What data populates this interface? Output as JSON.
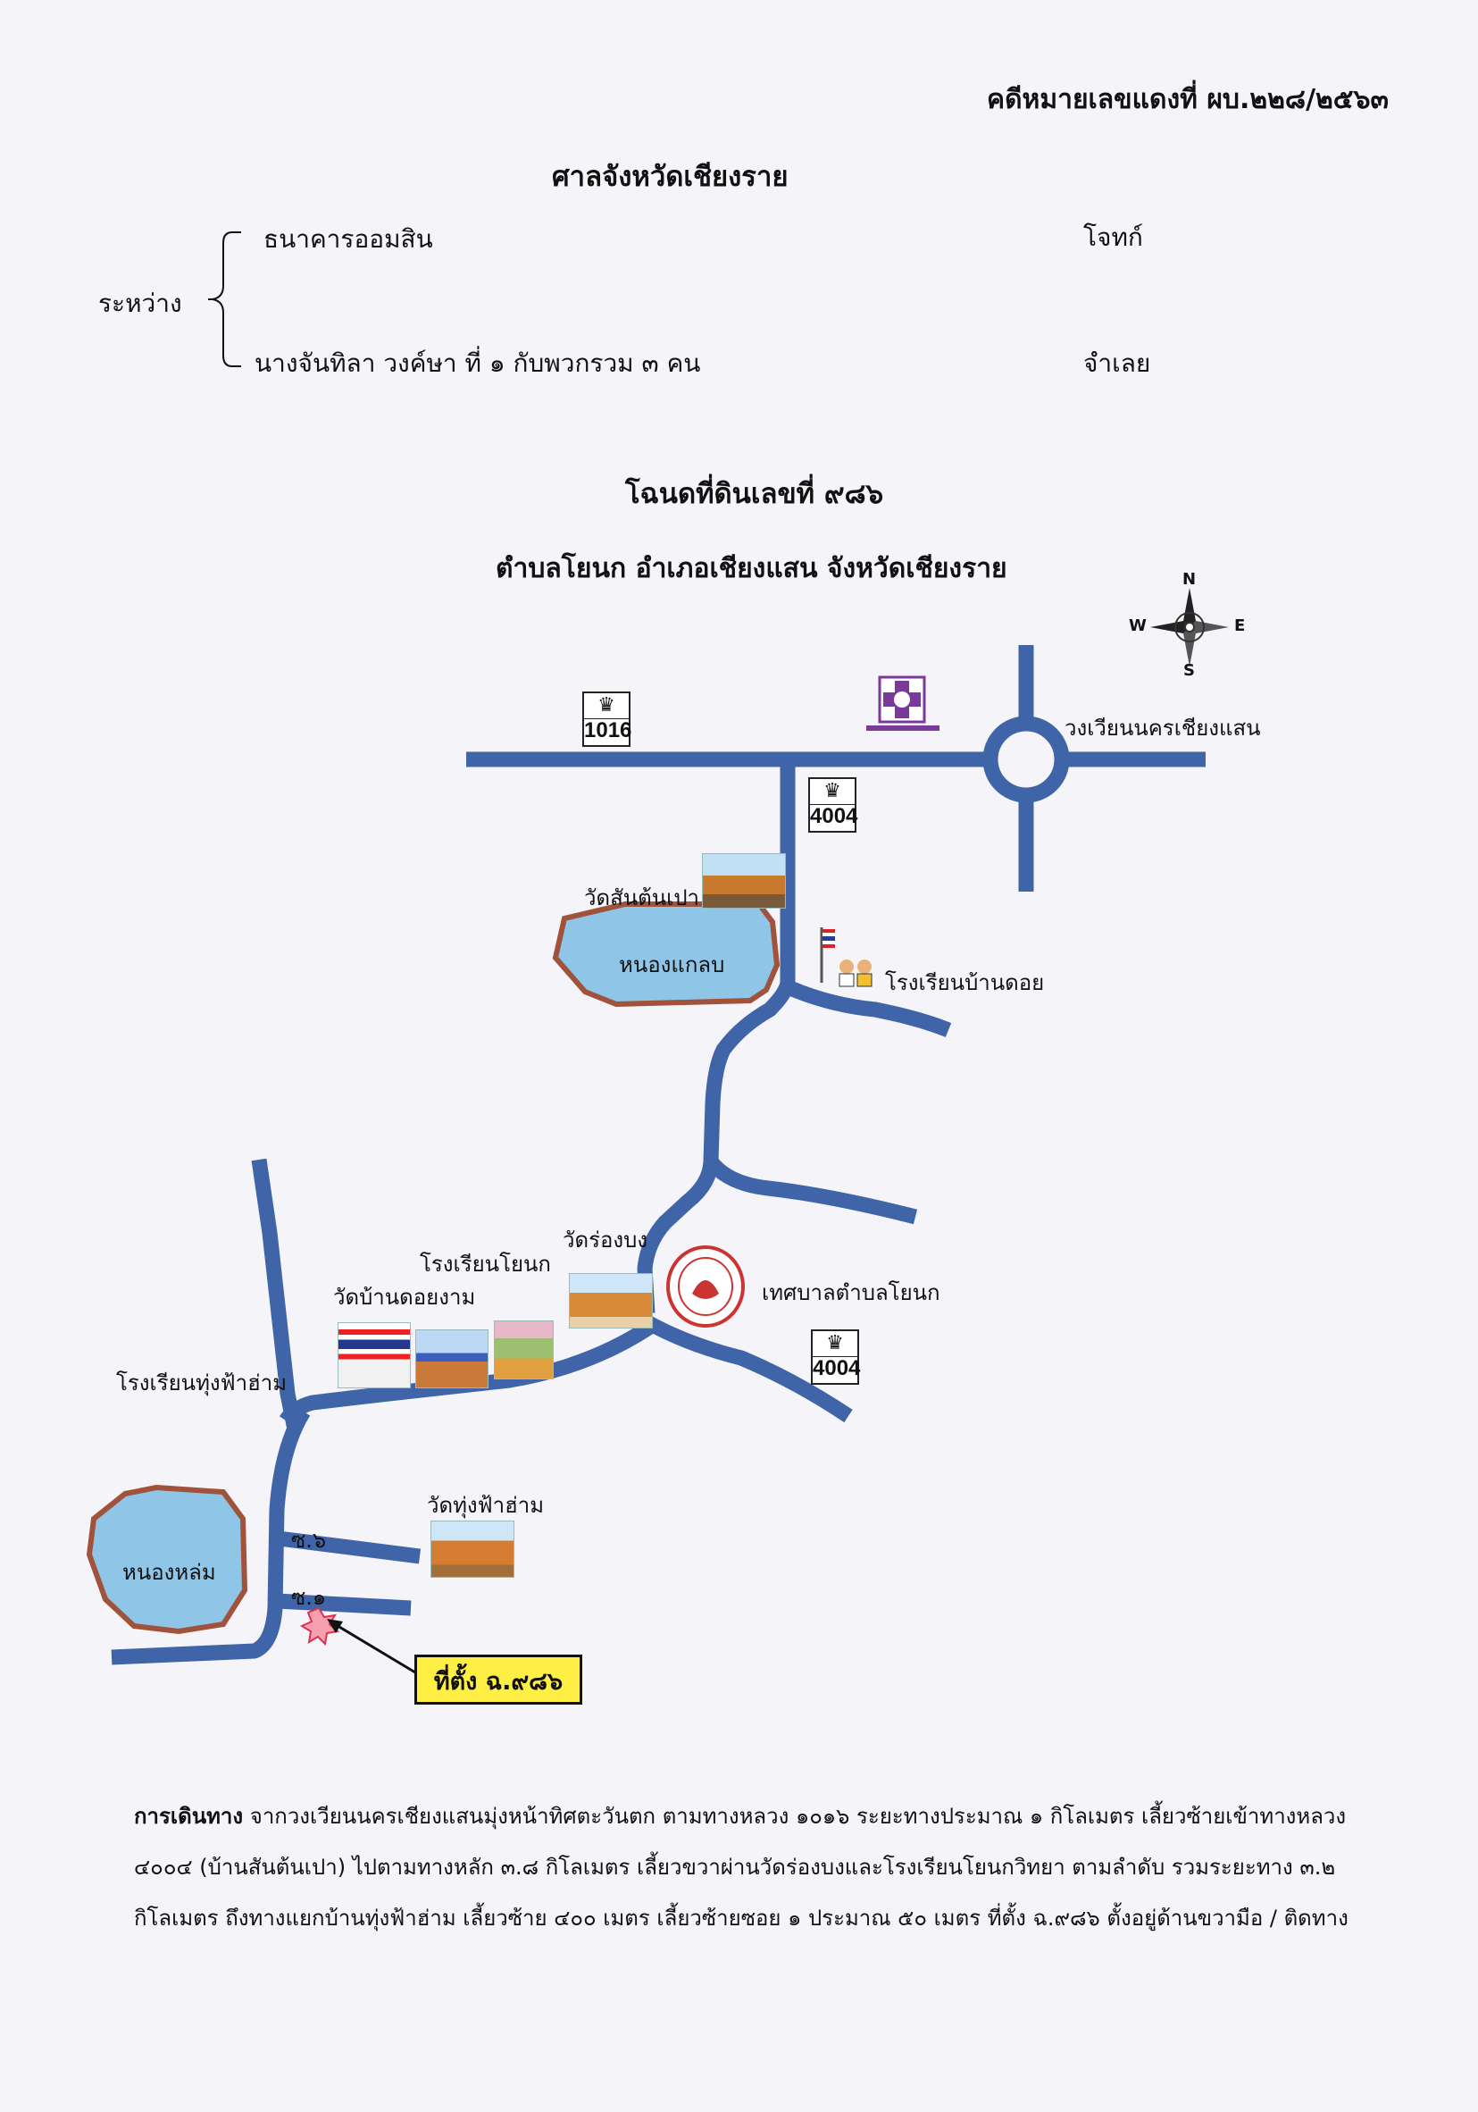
{
  "header": {
    "case_no": "คดีหมายเลขแดงที่ ผบ.๒๒๘/๒๕๖๓",
    "court": "ศาลจังหวัดเชียงราย"
  },
  "parties": {
    "between_label": "ระหว่าง",
    "plaintiff_name": "ธนาคารออมสิน",
    "plaintiff_role": "โจทก์",
    "defendant_name": "นางจันทิลา  วงค์ษา ที่ ๑ กับพวกรวม ๓ คน",
    "defendant_role": "จำเลย"
  },
  "title": {
    "deed": "โฉนดที่ดินเลขที่ ๙๘๖",
    "location": "ตำบลโยนก อำเภอเชียงแสน จังหวัดเชียงราย"
  },
  "map": {
    "compass": {
      "n": "N",
      "s": "S",
      "e": "E",
      "w": "W"
    },
    "route_shields": [
      "1016",
      "4004",
      "4004"
    ],
    "labels": {
      "roundabout": "วงเวียนนครเชียงแสน",
      "wat_san_ton_pao": "วัดสันต้นเปา",
      "nong_kaeng_lap": "หนองแกลบ",
      "rong_rian_ban_doi": "โรงเรียนบ้านดอย",
      "wat_rong_bong": "วัดร่องบง",
      "rong_rian_yonok": "โรงเรียนโยนก",
      "tessaban": "เทศบาลตำบลโยนก",
      "wat_ban_doi_ngam": "วัดบ้านดอยงาม",
      "rong_rian_thung_fa_am": "โรงเรียนทุ่งฟ้าฮ่าม",
      "wat_thung_fa_am": "วัดทุ่งฟ้าฮ่าม",
      "nong_lom": "หนองหล่ม",
      "soi_6": "ซ.๖",
      "soi_1": "ซ.๑",
      "site": "ที่ตั้ง ฉ.๙๘๖"
    },
    "colors": {
      "road": "#3f64a8",
      "water": "#8fc6e8",
      "lake_border": "#a0523a",
      "site_box": "#ffee44"
    }
  },
  "directions": {
    "heading": "การเดินทาง",
    "line1": "จากวงเวียนนครเชียงแสนมุ่งหน้าทิศตะวันตก ตามทางหลวง ๑๐๑๖ ระยะทางประมาณ ๑ กิโลเมตร เลี้ยวซ้ายเข้าทางหลวง",
    "line2": "๔๐๐๔ (บ้านสันต้นเปา) ไปตามทางหลัก ๓.๘ กิโลเมตร เลี้ยวขวาผ่านวัดร่องบงและโรงเรียนโยนกวิทยา ตามลำดับ รวมระยะทาง ๓.๒",
    "line3": "กิโลเมตร ถึงทางแยกบ้านทุ่งฟ้าฮ่าม เลี้ยวซ้าย ๔๐๐ เมตร เลี้ยวซ้ายซอย ๑ ประมาณ ๕๐ เมตร ที่ตั้ง ฉ.๙๘๖ ตั้งอยู่ด้านขวามือ / ติดทาง"
  }
}
